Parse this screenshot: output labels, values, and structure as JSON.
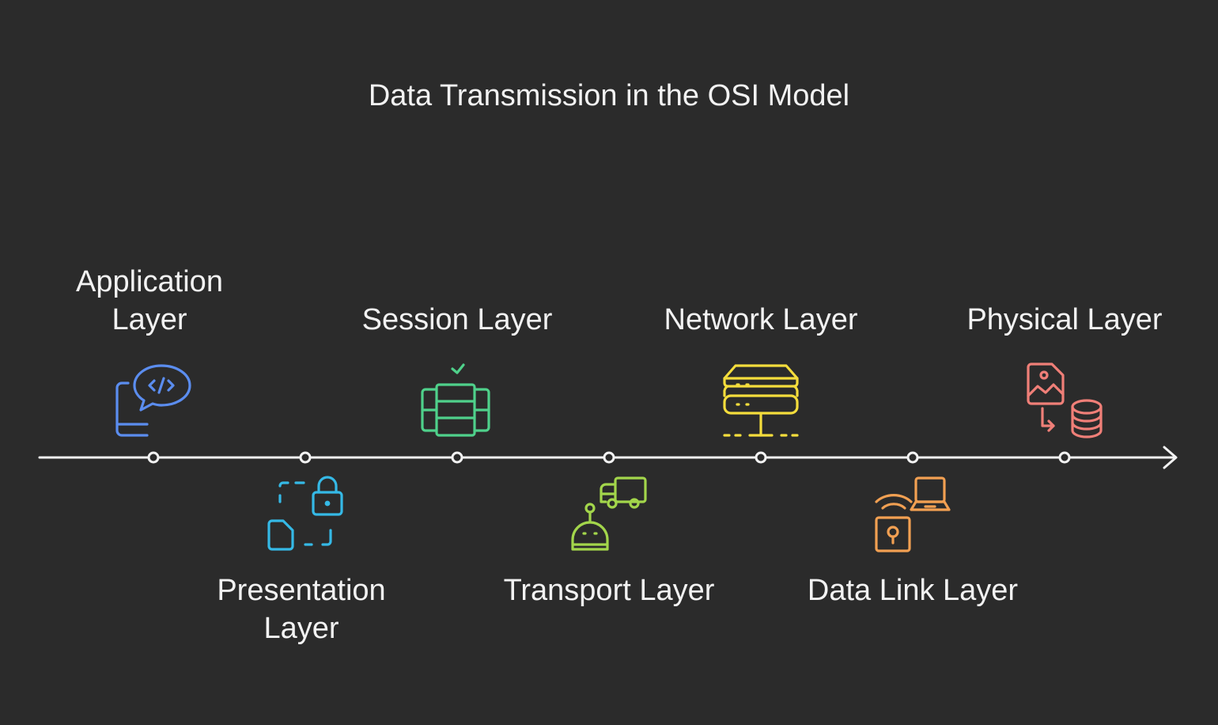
{
  "diagram": {
    "title": "Data Transmission in the OSI Model",
    "layers": [
      {
        "label": "Application\nLayer",
        "position": "above",
        "icon": "code-chat-phone-icon",
        "color": "#5b8def"
      },
      {
        "label": "Presentation\nLayer",
        "position": "below",
        "icon": "document-lock-icon",
        "color": "#35b9e6"
      },
      {
        "label": "Session Layer",
        "position": "above",
        "icon": "server-stack-check-icon",
        "color": "#4fd18b"
      },
      {
        "label": "Transport Layer",
        "position": "below",
        "icon": "robot-truck-icon",
        "color": "#a3d64b"
      },
      {
        "label": "Network Layer",
        "position": "above",
        "icon": "network-server-icon",
        "color": "#f4dd3c"
      },
      {
        "label": "Data Link Layer",
        "position": "below",
        "icon": "wifi-lock-laptop-icon",
        "color": "#f2a052"
      },
      {
        "label": "Physical Layer",
        "position": "above",
        "icon": "image-to-database-icon",
        "color": "#f07f78"
      }
    ],
    "line_color": "#f2f2f2"
  }
}
